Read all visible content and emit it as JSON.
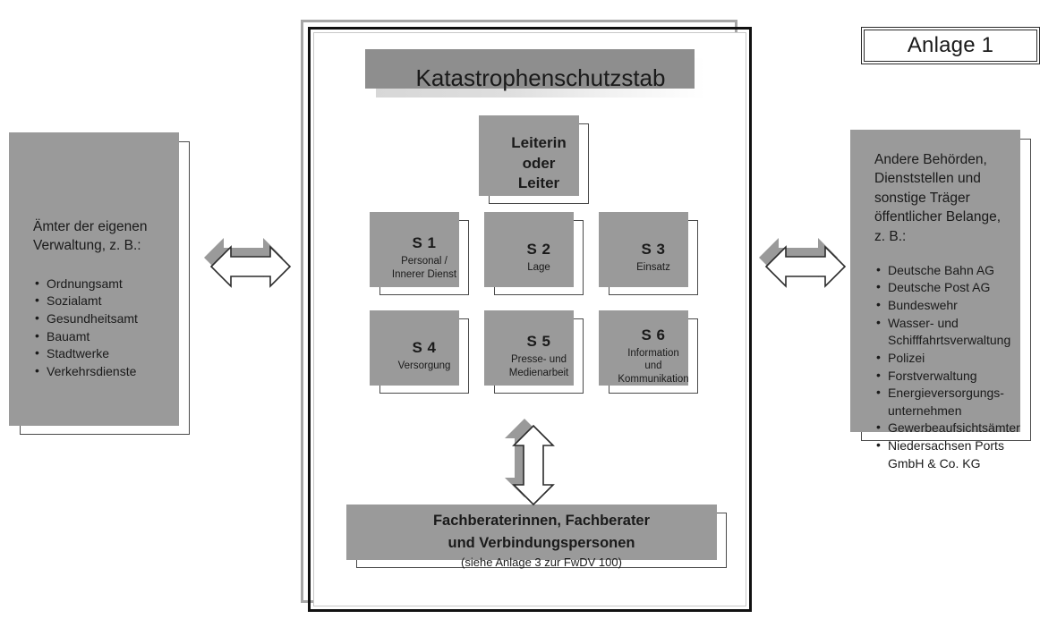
{
  "badge": {
    "label": "Anlage 1"
  },
  "frame": {
    "title": "Katastrophenschutzstab"
  },
  "leader": {
    "line1": "Leiterin",
    "line2": "oder",
    "line3": "Leiter"
  },
  "staff_sections": [
    {
      "code": "S 1",
      "desc_lines": [
        "Personal /",
        "Innerer Dienst"
      ]
    },
    {
      "code": "S 2",
      "desc_lines": [
        "Lage"
      ]
    },
    {
      "code": "S 3",
      "desc_lines": [
        "Einsatz"
      ]
    },
    {
      "code": "S 4",
      "desc_lines": [
        "Versorgung"
      ]
    },
    {
      "code": "S 5",
      "desc_lines": [
        "Presse- und",
        "Medienarbeit"
      ]
    },
    {
      "code": "S 6",
      "desc_lines": [
        "Information",
        "und",
        "Kommunikation"
      ]
    }
  ],
  "advisors": {
    "line1": "Fachberaterinnen, Fachberater",
    "line2": "und Verbindungspersonen",
    "line3": "(siehe Anlage 3 zur FwDV 100)"
  },
  "panel_left": {
    "title_line1": "Ämter der eigenen",
    "title_line2": "Verwaltung, z. B.:",
    "items": [
      "Ordnungsamt",
      "Sozialamt",
      "Gesundheitsamt",
      "Bauamt",
      "Stadtwerke",
      "Verkehrsdienste"
    ]
  },
  "panel_right": {
    "title_line1": "Andere Behörden,",
    "title_line2": "Dienststellen und",
    "title_line3": "sonstige Träger",
    "title_line4": "öffentlicher Belange,",
    "title_line5": "z. B.:",
    "items": [
      {
        "text": "Deutsche Bahn AG",
        "continuation": false
      },
      {
        "text": "Deutsche Post AG",
        "continuation": false
      },
      {
        "text": "Bundeswehr",
        "continuation": false
      },
      {
        "text": "Wasser- und",
        "continuation": false
      },
      {
        "text": "Schifffahrtsverwaltung",
        "continuation": true
      },
      {
        "text": "Polizei",
        "continuation": false
      },
      {
        "text": "Forstverwaltung",
        "continuation": false
      },
      {
        "text": "Energieversorgungs-",
        "continuation": false
      },
      {
        "text": "unternehmen",
        "continuation": true
      },
      {
        "text": "Gewerbeaufsichtsämter",
        "continuation": false
      },
      {
        "text": "Niedersachsen Ports",
        "continuation": false
      },
      {
        "text": "GmbH & Co. KG",
        "continuation": true
      }
    ]
  },
  "arrows": {
    "left": "double-headed-horizontal-arrow",
    "right": "double-headed-horizontal-arrow",
    "down": "double-headed-vertical-arrow"
  },
  "colors": {
    "shadow": "#9a9a9a",
    "box_border": "#4a4a4a",
    "frame_black": "#111111",
    "frame_gray": "#a6a6a6",
    "title_gradient_start": "#d7d7d7",
    "title_gradient_end": "#ffffff"
  }
}
